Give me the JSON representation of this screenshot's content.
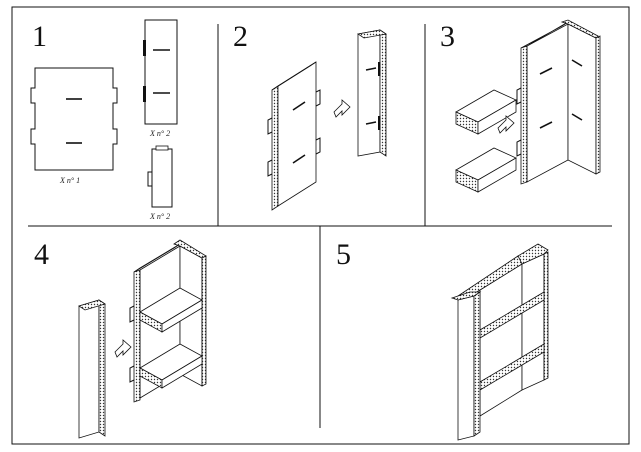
{
  "steps": [
    {
      "number": "1",
      "labels": [
        "X n° 1",
        "X n° 2",
        "X n° 2"
      ]
    },
    {
      "number": "2"
    },
    {
      "number": "3"
    },
    {
      "number": "4"
    },
    {
      "number": "5"
    }
  ]
}
